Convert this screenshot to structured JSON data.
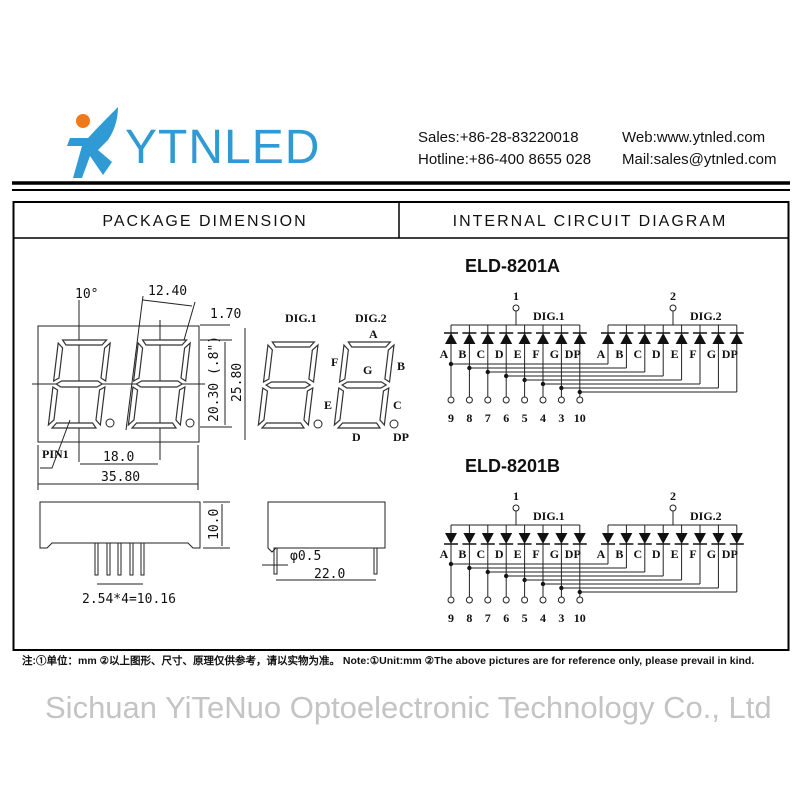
{
  "header": {
    "brand": "YTNLED",
    "brand_color": "#2f9ad4",
    "logo_accent_color": "#f07a1a",
    "sales": "Sales:+86-28-83220018",
    "web": "Web:www.ytnled.com",
    "hotline": "Hotline:+86-400 8655 028",
    "mail": "Mail:sales@ytnled.com"
  },
  "sections": {
    "left_title": "PACKAGE DIMENSION",
    "right_title": "INTERNAL CIRCUIT DIAGRAM"
  },
  "watermark": "Sichuan YiTeNuo Optoelectronic Technology Co., Ltd",
  "package": {
    "angle": "10°",
    "digit_width": "12.40",
    "dp_offset": "1.70",
    "digit_height": "20.30 (.8\")",
    "total_height": "25.80",
    "pitch": "18.0",
    "total_width": "35.80",
    "pin1": "PIN1",
    "depth": "10.0",
    "pin_pitch": "2.54*4=10.16",
    "pin_diameter": "φ0.5",
    "row_spacing": "22.0",
    "dig1": "DIG.1",
    "dig2": "DIG.2",
    "segments": {
      "A": "A",
      "B": "B",
      "C": "C",
      "D": "D",
      "E": "E",
      "F": "F",
      "G": "G",
      "DP": "DP"
    }
  },
  "circuits": [
    {
      "model": "ELD-8201A",
      "type": "common-cathode",
      "digits": [
        {
          "label": "DIG.1",
          "pin": "1"
        },
        {
          "label": "DIG.2",
          "pin": "2"
        }
      ],
      "segments": [
        "A",
        "B",
        "C",
        "D",
        "E",
        "F",
        "G",
        "DP"
      ],
      "segment_pins": [
        "9",
        "8",
        "7",
        "6",
        "5",
        "4",
        "3",
        "10"
      ]
    },
    {
      "model": "ELD-8201B",
      "type": "common-anode",
      "digits": [
        {
          "label": "DIG.1",
          "pin": "1"
        },
        {
          "label": "DIG.2",
          "pin": "2"
        }
      ],
      "segments": [
        "A",
        "B",
        "C",
        "D",
        "E",
        "F",
        "G",
        "DP"
      ],
      "segment_pins": [
        "9",
        "8",
        "7",
        "6",
        "5",
        "4",
        "3",
        "10"
      ]
    }
  ],
  "note": "注:①单位：mm ②以上图形、尺寸、原理仅供参考，请以实物为准。 Note:①Unit:mm ②The above pictures are for reference only, please prevail in kind."
}
